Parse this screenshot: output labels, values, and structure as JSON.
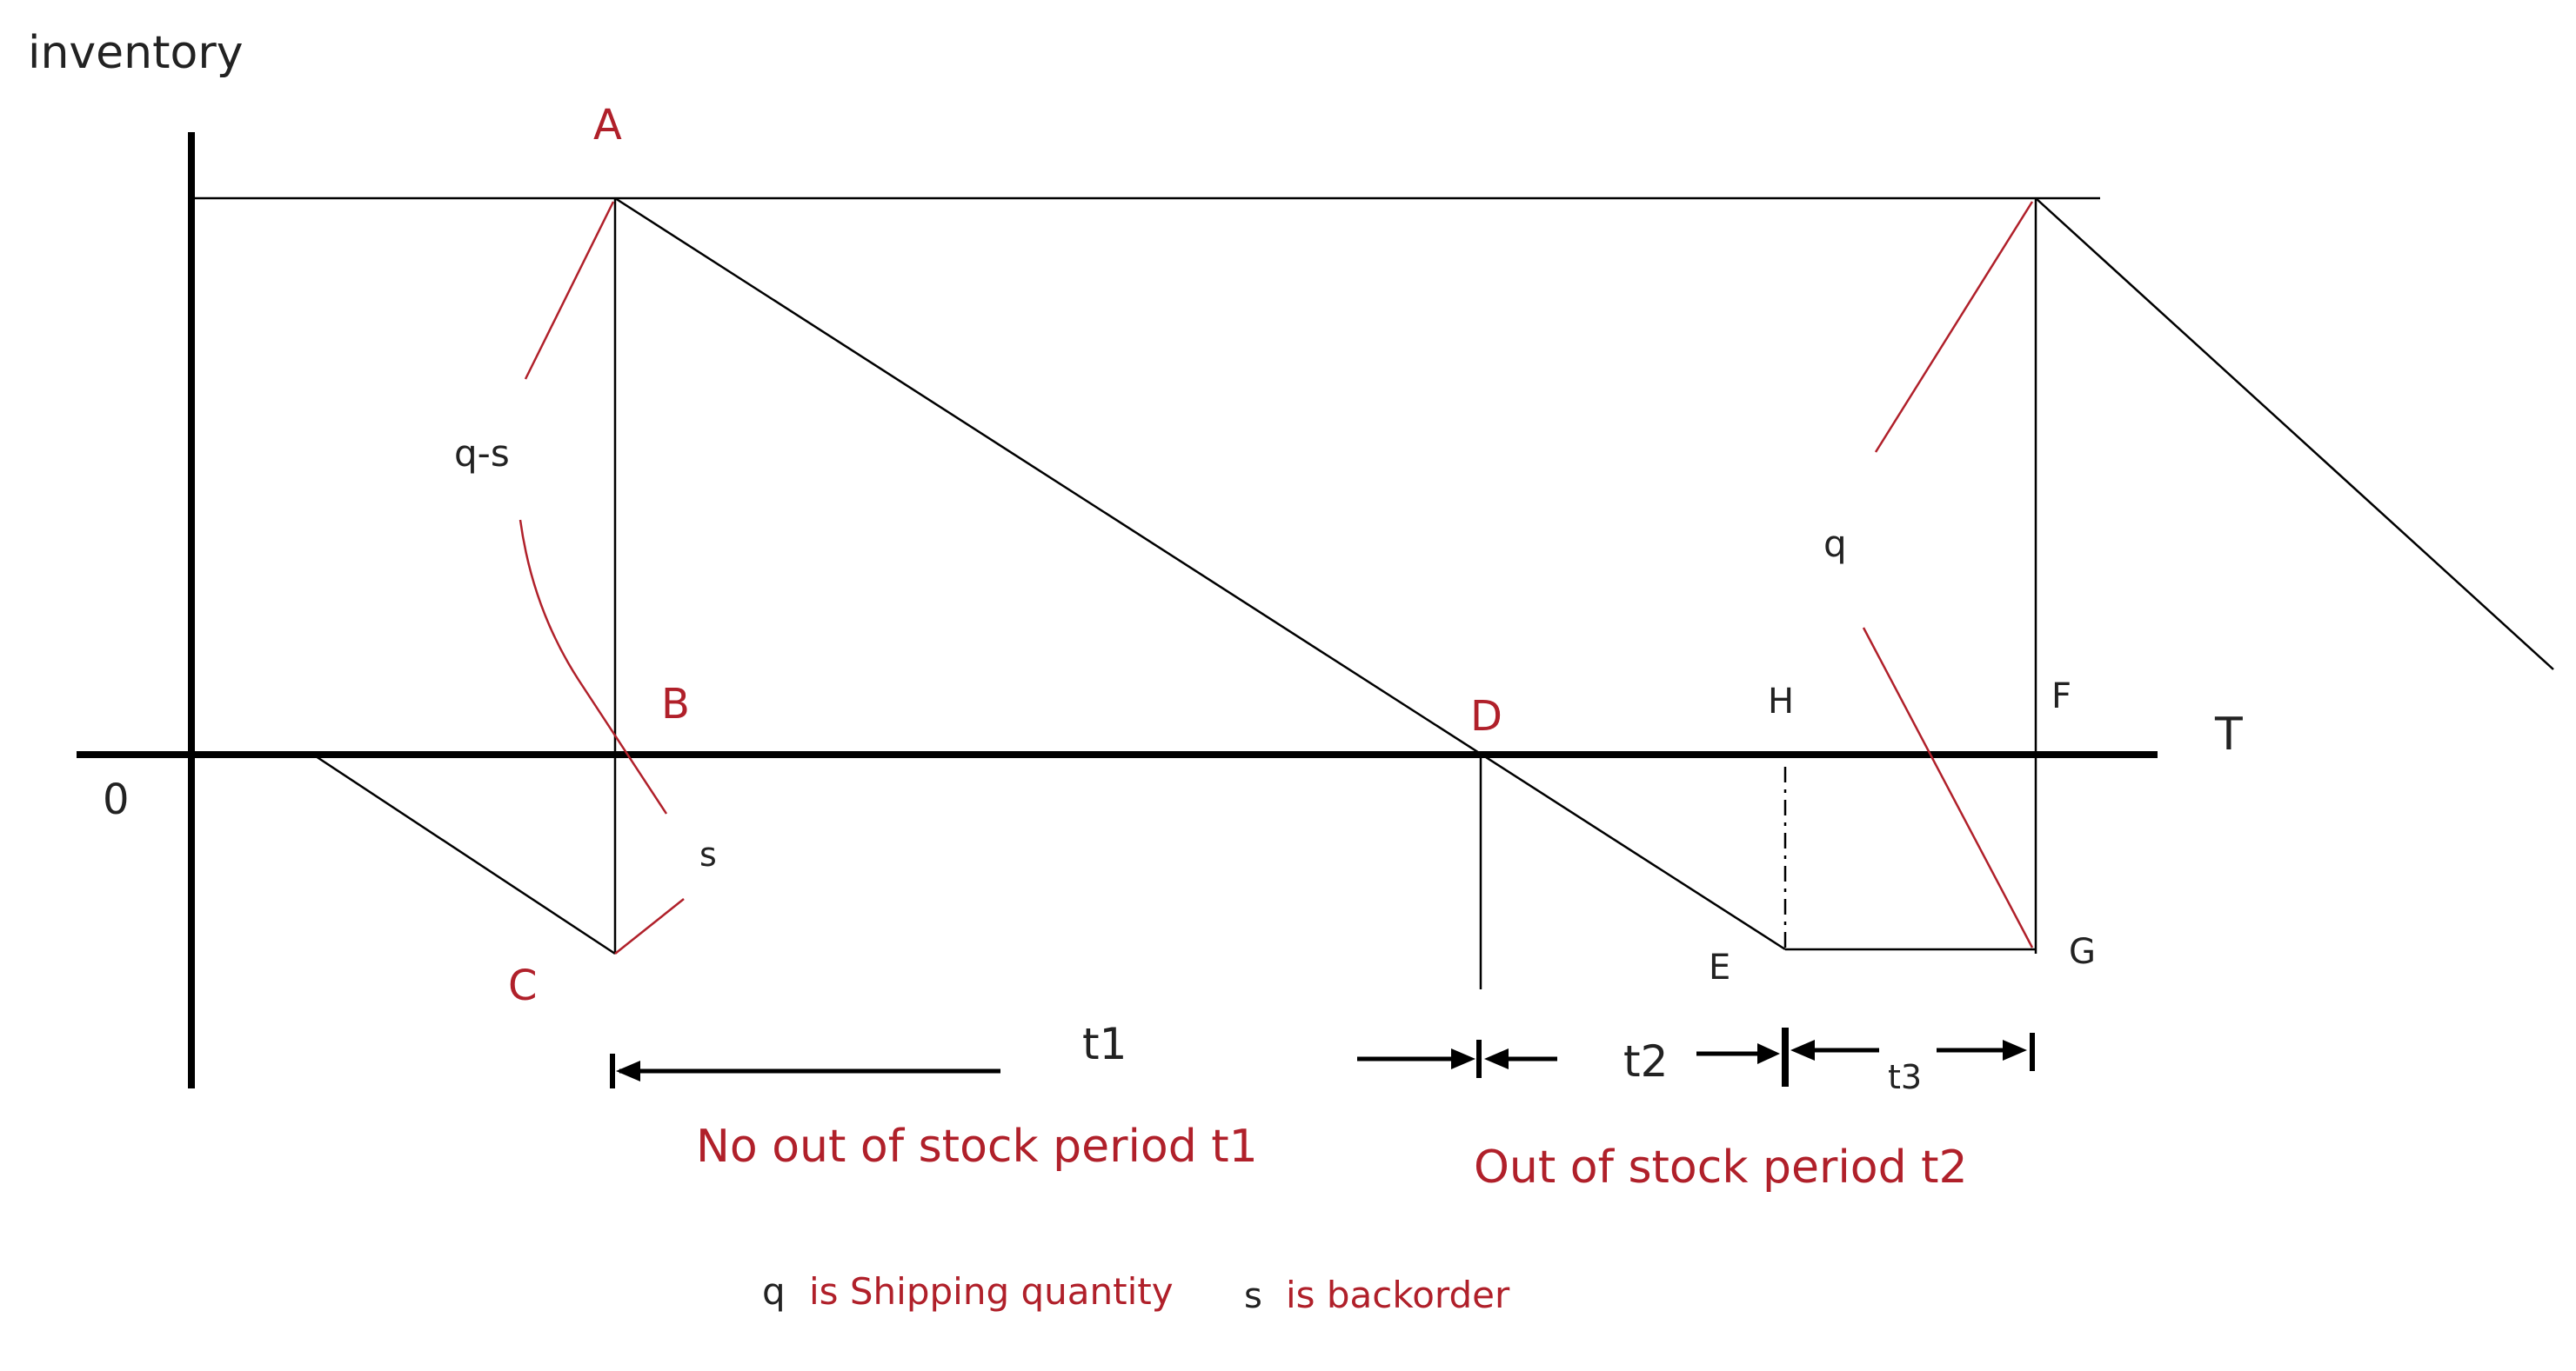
{
  "labels": {
    "y_axis": "inventory",
    "x_axis": "T",
    "origin": "0",
    "A": "A",
    "B": "B",
    "C": "C",
    "D": "D",
    "E": "E",
    "F": "F",
    "G": "G",
    "H": "H",
    "q_minus_s": "q-s",
    "s": "s",
    "q": "q",
    "t1": "t1",
    "t2": "t2",
    "t3": "t3"
  },
  "captions": {
    "no_out_of_stock": "No out of stock period t1",
    "out_of_stock": "Out of stock period t2"
  },
  "legend": {
    "q_symbol": "q",
    "q_text": "is Shipping quantity",
    "s_symbol": "s",
    "s_text": "is backorder"
  },
  "colors": {
    "line": "#000000",
    "accent_red": "#b0202a",
    "text_dark": "#222222"
  }
}
